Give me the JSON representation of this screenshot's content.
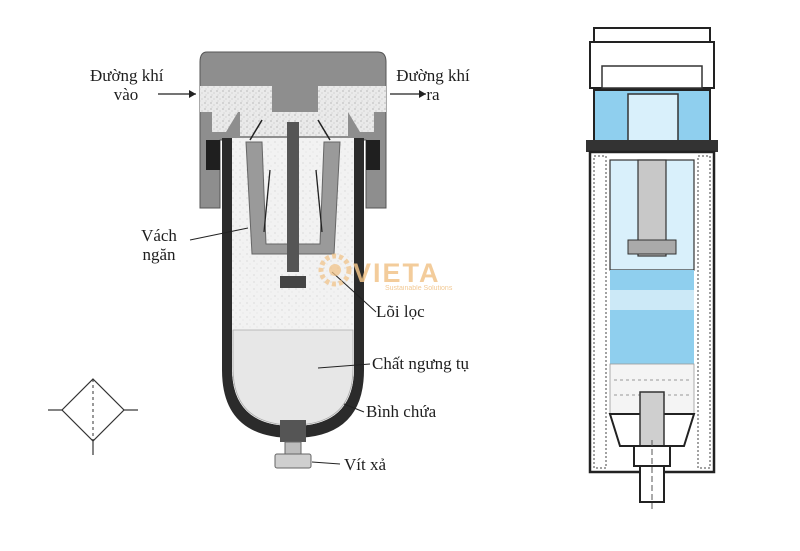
{
  "labels": {
    "inlet": [
      "Đường khí",
      "vào"
    ],
    "outlet": [
      "Đường khí",
      "ra"
    ],
    "baffle": [
      "Vách",
      "ngăn"
    ],
    "filter_core": "Lõi lọc",
    "condensate": "Chất ngưng tụ",
    "bowl": "Bình chứa",
    "drain_screw": "Vít xả"
  },
  "watermark": {
    "brand": "VIETA",
    "tagline": "Sustainable Solutions"
  },
  "colors": {
    "housing": "#8e8e8e",
    "housing_dark": "#2b2b2b",
    "fluid_blue": "#8fcfee",
    "fluid_light": "#d9f0fb",
    "watermark": "#f1c48a"
  }
}
